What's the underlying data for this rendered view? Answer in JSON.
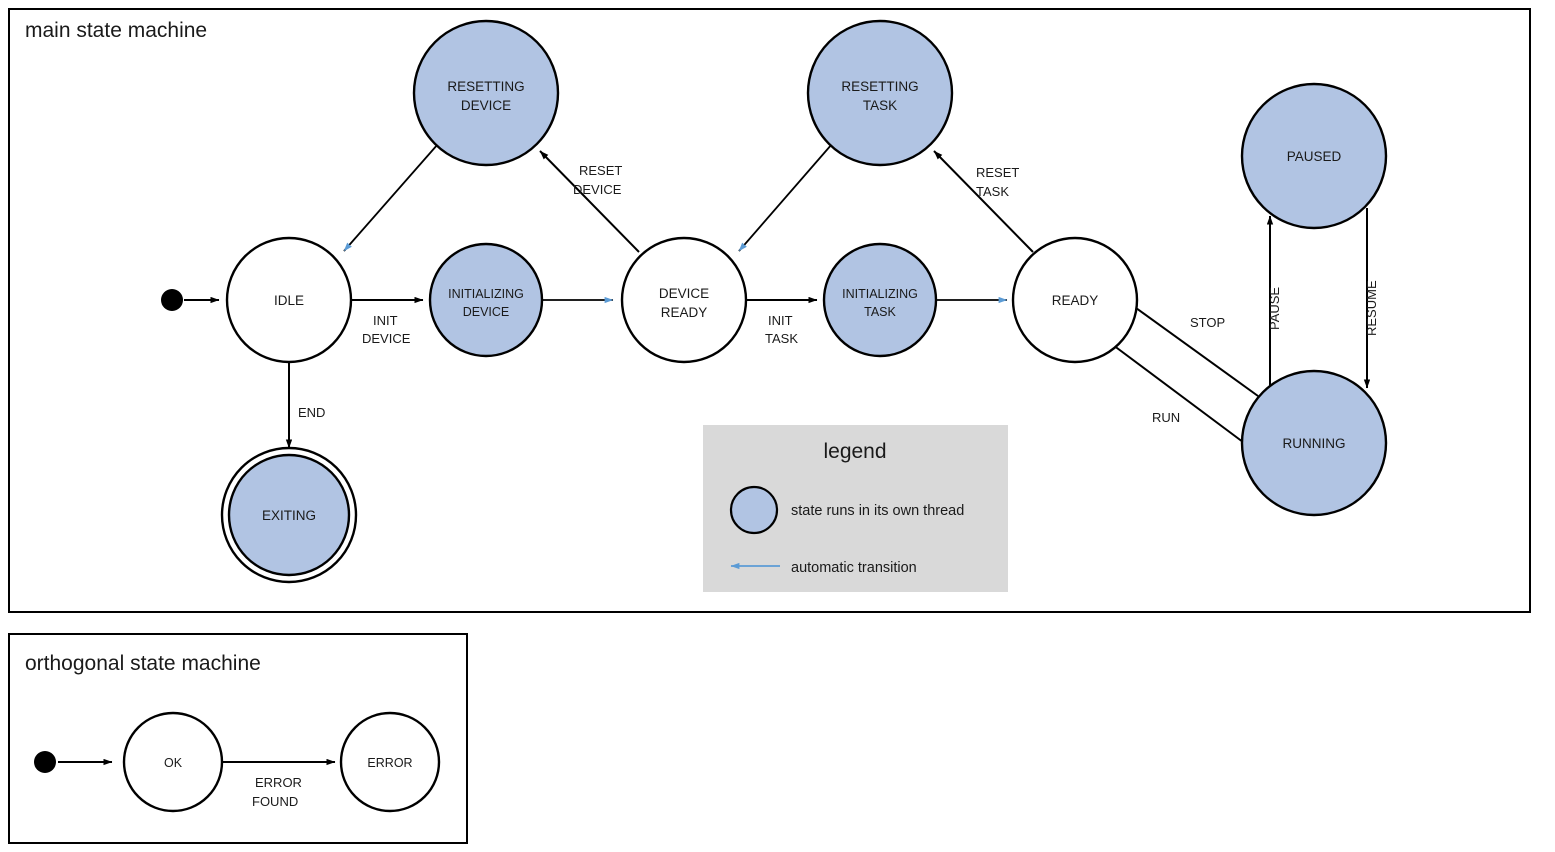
{
  "colors": {
    "thread_state_fill": "#b1c4e3",
    "plain_state_fill": "#ffffff",
    "stroke": "#000000",
    "auto_transition": "#5b9bd5",
    "legend_background": "#d9d9d9",
    "page_background": "#ffffff"
  },
  "main_frame": {
    "title": "main state machine"
  },
  "orthogonal_frame": {
    "title": "orthogonal state machine"
  },
  "legend": {
    "title": "legend",
    "items": [
      {
        "symbol": "filled-circle",
        "label": "state runs in its own thread"
      },
      {
        "symbol": "blue-arrow",
        "label": "automatic transition"
      }
    ]
  },
  "main_states": [
    {
      "id": "idle",
      "label_lines": [
        "IDLE"
      ],
      "threaded": false,
      "final": false
    },
    {
      "id": "resetting-device",
      "label_lines": [
        "RESETTING",
        "DEVICE"
      ],
      "threaded": true,
      "final": false
    },
    {
      "id": "initializing-device",
      "label_lines": [
        "INITIALIZING",
        "DEVICE"
      ],
      "threaded": true,
      "final": false
    },
    {
      "id": "device-ready",
      "label_lines": [
        "DEVICE",
        "READY"
      ],
      "threaded": false,
      "final": false
    },
    {
      "id": "resetting-task",
      "label_lines": [
        "RESETTING",
        "TASK"
      ],
      "threaded": true,
      "final": false
    },
    {
      "id": "initializing-task",
      "label_lines": [
        "INITIALIZING",
        "TASK"
      ],
      "threaded": true,
      "final": false
    },
    {
      "id": "ready",
      "label_lines": [
        "READY"
      ],
      "threaded": false,
      "final": false
    },
    {
      "id": "paused",
      "label_lines": [
        "PAUSED"
      ],
      "threaded": true,
      "final": false
    },
    {
      "id": "running",
      "label_lines": [
        "RUNNING"
      ],
      "threaded": true,
      "final": false
    },
    {
      "id": "exiting",
      "label_lines": [
        "EXITING"
      ],
      "threaded": true,
      "final": true
    }
  ],
  "main_transitions": [
    {
      "id": "start-idle",
      "from": "start",
      "to": "idle",
      "label_lines": [],
      "automatic": false
    },
    {
      "id": "idle-initializing-device",
      "from": "idle",
      "to": "initializing-device",
      "label_lines": [
        "INIT",
        "DEVICE"
      ],
      "automatic": false
    },
    {
      "id": "idle-exiting",
      "from": "idle",
      "to": "exiting",
      "label_lines": [
        "END"
      ],
      "automatic": false
    },
    {
      "id": "resetting-device-idle",
      "from": "resetting-device",
      "to": "idle",
      "label_lines": [],
      "automatic": true
    },
    {
      "id": "init-device-device-ready",
      "from": "initializing-device",
      "to": "device-ready",
      "label_lines": [],
      "automatic": true
    },
    {
      "id": "device-ready-reset-device",
      "from": "device-ready",
      "to": "resetting-device",
      "label_lines": [
        "RESET",
        "DEVICE"
      ],
      "automatic": false
    },
    {
      "id": "device-ready-init-task",
      "from": "device-ready",
      "to": "initializing-task",
      "label_lines": [
        "INIT",
        "TASK"
      ],
      "automatic": false
    },
    {
      "id": "resetting-task-device-ready",
      "from": "resetting-task",
      "to": "device-ready",
      "label_lines": [],
      "automatic": true
    },
    {
      "id": "init-task-ready",
      "from": "initializing-task",
      "to": "ready",
      "label_lines": [],
      "automatic": true
    },
    {
      "id": "ready-reset-task",
      "from": "ready",
      "to": "resetting-task",
      "label_lines": [
        "RESET",
        "TASK"
      ],
      "automatic": false
    },
    {
      "id": "ready-running",
      "from": "ready",
      "to": "running",
      "label_lines": [
        "RUN"
      ],
      "automatic": false
    },
    {
      "id": "running-ready",
      "from": "running",
      "to": "ready",
      "label_lines": [
        "STOP"
      ],
      "automatic": false
    },
    {
      "id": "running-paused",
      "from": "running",
      "to": "paused",
      "label_lines": [
        "PAUSE"
      ],
      "automatic": false
    },
    {
      "id": "paused-running",
      "from": "paused",
      "to": "running",
      "label_lines": [
        "RESUME"
      ],
      "automatic": false
    }
  ],
  "orthogonal_states": [
    {
      "id": "ok",
      "label_lines": [
        "OK"
      ]
    },
    {
      "id": "error",
      "label_lines": [
        "ERROR"
      ]
    }
  ],
  "orthogonal_transitions": [
    {
      "id": "start-ok",
      "from": "start",
      "to": "ok",
      "label_lines": []
    },
    {
      "id": "ok-error",
      "from": "ok",
      "to": "error",
      "label_lines": [
        "ERROR",
        "FOUND"
      ]
    }
  ],
  "edge_labels": {
    "init_device_1": "INIT",
    "init_device_2": "DEVICE",
    "end": "END",
    "reset_device_1": "RESET",
    "reset_device_2": "DEVICE",
    "init_task_1": "INIT",
    "init_task_2": "TASK",
    "reset_task_1": "RESET",
    "reset_task_2": "TASK",
    "stop": "STOP",
    "run": "RUN",
    "pause": "PAUSE",
    "resume": "RESUME",
    "error_found_1": "ERROR",
    "error_found_2": "FOUND"
  },
  "state_labels": {
    "idle": "IDLE",
    "resetting_device_1": "RESETTING",
    "resetting_device_2": "DEVICE",
    "initializing_device_1": "INITIALIZING",
    "initializing_device_2": "DEVICE",
    "device_ready_1": "DEVICE",
    "device_ready_2": "READY",
    "resetting_task_1": "RESETTING",
    "resetting_task_2": "TASK",
    "initializing_task_1": "INITIALIZING",
    "initializing_task_2": "TASK",
    "ready": "READY",
    "paused": "PAUSED",
    "running": "RUNNING",
    "exiting": "EXITING",
    "ok": "OK",
    "error": "ERROR"
  }
}
